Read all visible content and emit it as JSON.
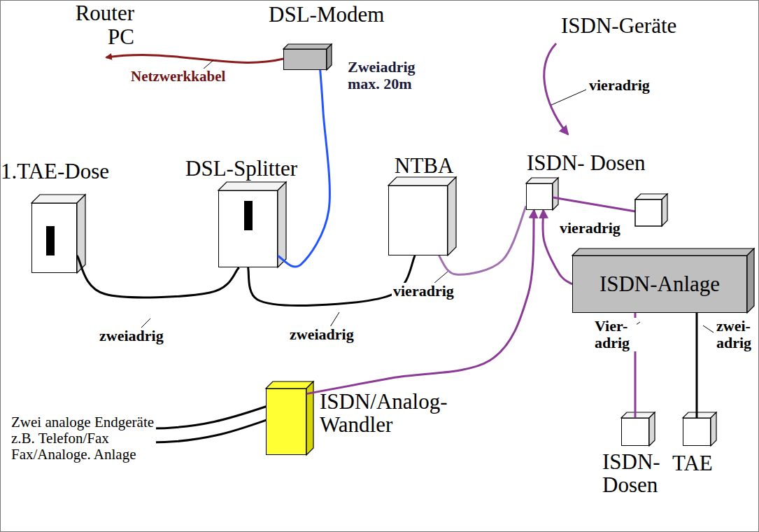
{
  "diagram": {
    "nodes": [
      {
        "text": [
          "DSL-Modem"
        ]
      },
      {
        "text": [
          "1.TAE-Dose"
        ]
      },
      {
        "text": [
          "DSL-Splitter"
        ]
      },
      {
        "text": [
          "NTBA"
        ]
      },
      {
        "text": [
          "ISDN- Dosen"
        ]
      },
      {
        "text": [
          "ISDN-Anlage"
        ]
      },
      {
        "text": [
          "ISDN/Analog- Wandler"
        ]
      },
      {
        "text": [
          "ISDN- Dosen"
        ]
      },
      {
        "text": [
          "TAE"
        ]
      }
    ],
    "edges": [
      {
        "from": 2,
        "to": 0,
        "arrow": "none",
        "label": "Zweiadrig max. 20m"
      },
      {
        "from": 1,
        "to": 2,
        "arrow": "none",
        "label": "zweiadrig"
      },
      {
        "from": 2,
        "to": 3,
        "arrow": "none",
        "label": "zweiadrig"
      },
      {
        "from": 3,
        "to": 4,
        "arrow": "none",
        "label": "vieradrig"
      },
      {
        "from": 6,
        "to": 4,
        "arrow": "to"
      },
      {
        "from": 5,
        "to": 4,
        "arrow": "to",
        "label": "vieradrig"
      },
      {
        "from": 5,
        "to": 7,
        "arrow": "none",
        "label": "Vier- adrig"
      },
      {
        "from": 5,
        "to": 8,
        "arrow": "none",
        "label": "zwei- adrig"
      }
    ],
    "labels": [
      "Router PC",
      "Netzwerkkabel",
      "ISDN-Geräte",
      "vieradrig",
      "Zwei analoge Endgeräte z.B. Telefon/Fax Fax/Analoge. Anlage"
    ]
  }
}
